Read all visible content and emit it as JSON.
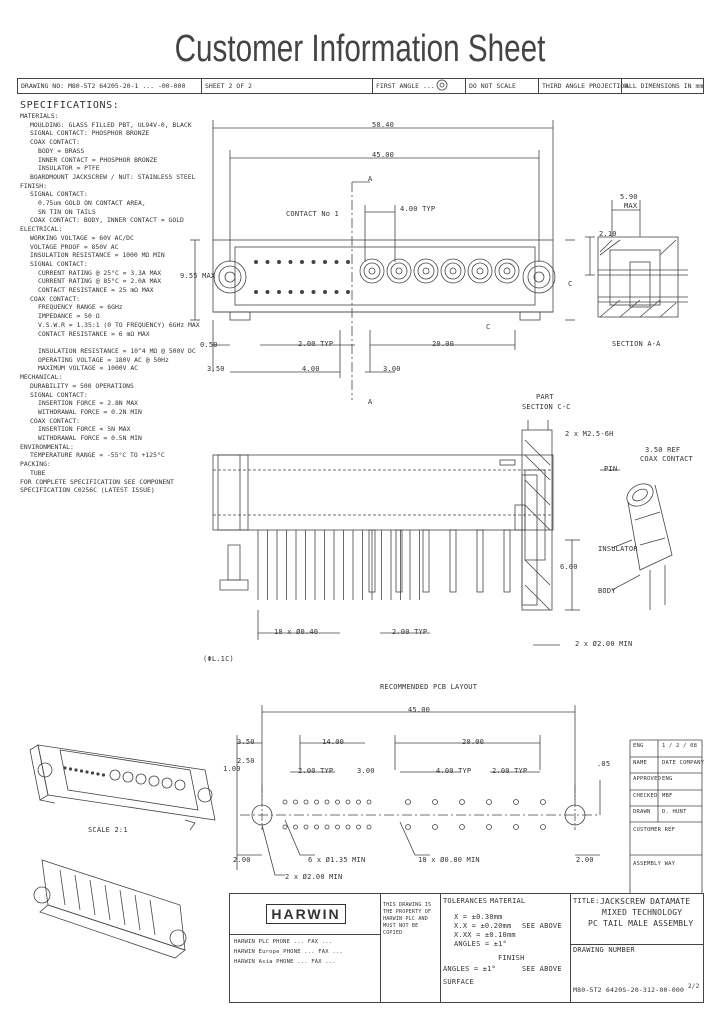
{
  "title": "Customer Information Sheet",
  "header": {
    "drawing_no": "DRAWING NO: M80-5T2 64205-20-1 ... -00-000",
    "sheet": "SHEET 2 OF 2",
    "revision": "FIRST ANGLE ...",
    "do_not_scale": "DO NOT SCALE",
    "projection": "THIRD ANGLE PROJECTION",
    "dimensions": "ALL DIMENSIONS IN mm"
  },
  "specifications": {
    "heading": "SPECIFICATIONS:",
    "lines": [
      {
        "indent": 1,
        "text": "MATERIALS:"
      },
      {
        "indent": 2,
        "text": "MOULDING: GLASS FILLED PBT, UL94V-0, BLACK"
      },
      {
        "indent": 2,
        "text": "SIGNAL CONTACT: PHOSPHOR BRONZE"
      },
      {
        "indent": 2,
        "text": "COAX CONTACT:"
      },
      {
        "indent": 3,
        "text": "BODY = BRASS"
      },
      {
        "indent": 3,
        "text": "INNER CONTACT = PHOSPHOR BRONZE"
      },
      {
        "indent": 3,
        "text": "INSULATOR = PTFE"
      },
      {
        "indent": 2,
        "text": "BOARDMOUNT JACKSCREW / NUT: STAINLESS STEEL"
      },
      {
        "indent": 1,
        "text": "FINISH:"
      },
      {
        "indent": 2,
        "text": "SIGNAL CONTACT:"
      },
      {
        "indent": 3,
        "text": "0.75um GOLD ON CONTACT AREA,"
      },
      {
        "indent": 3,
        "text": "SN TIN ON TAILS"
      },
      {
        "indent": 2,
        "text": "COAX CONTACT: BODY, INNER CONTACT = GOLD"
      },
      {
        "indent": 1,
        "text": "ELECTRICAL:"
      },
      {
        "indent": 2,
        "text": "WORKING VOLTAGE = 60V AC/DC"
      },
      {
        "indent": 2,
        "text": "VOLTAGE PROOF = 850V AC"
      },
      {
        "indent": 2,
        "text": "INSULATION RESISTANCE = 1000 MΩ MIN"
      },
      {
        "indent": 2,
        "text": "SIGNAL CONTACT:"
      },
      {
        "indent": 3,
        "text": "CURRENT RATING @ 25°C = 3.3A MAX"
      },
      {
        "indent": 3,
        "text": "CURRENT RATING @ 85°C = 2.0A MAX"
      },
      {
        "indent": 3,
        "text": "CONTACT RESISTANCE = 25 mΩ MAX"
      },
      {
        "indent": 2,
        "text": "COAX CONTACT:"
      },
      {
        "indent": 3,
        "text": "FREQUENCY RANGE = 6GHz"
      },
      {
        "indent": 3,
        "text": "IMPEDANCE = 50 Ω"
      },
      {
        "indent": 3,
        "text": "V.S.W.R = 1.35:1 (0 TO FREQUENCY) 6GHz MAX"
      },
      {
        "indent": 3,
        "text": "CONTACT RESISTANCE = 6 mΩ MAX"
      },
      {
        "indent": 0,
        "text": ""
      },
      {
        "indent": 3,
        "text": "INSULATION RESISTANCE = 10^4 MΩ @ 500V DC"
      },
      {
        "indent": 3,
        "text": "OPERATING VOLTAGE = 180V AC @ 50Hz"
      },
      {
        "indent": 3,
        "text": "MAXIMUM VOLTAGE = 1000V AC"
      },
      {
        "indent": 1,
        "text": "MECHANICAL:"
      },
      {
        "indent": 2,
        "text": "DURABILITY = 500 OPERATIONS"
      },
      {
        "indent": 2,
        "text": "SIGNAL CONTACT:"
      },
      {
        "indent": 3,
        "text": "INSERTION FORCE = 2.8N MAX"
      },
      {
        "indent": 3,
        "text": "WITHDRAWAL FORCE = 0.2N MIN"
      },
      {
        "indent": 2,
        "text": "COAX CONTACT:"
      },
      {
        "indent": 3,
        "text": "INSERTION FORCE = 5N MAX"
      },
      {
        "indent": 3,
        "text": "WITHDRAWAL FORCE = 0.5N MIN"
      },
      {
        "indent": 1,
        "text": "ENVIRONMENTAL:"
      },
      {
        "indent": 2,
        "text": "TEMPERATURE RANGE = -55°C TO +125°C"
      },
      {
        "indent": 1,
        "text": "PACKING:"
      },
      {
        "indent": 2,
        "text": "TUBE"
      },
      {
        "indent": 1,
        "text": "FOR COMPLETE SPECIFICATION SEE COMPONENT"
      },
      {
        "indent": 1,
        "text": "SPECIFICATION C0256C (LATEST ISSUE)"
      }
    ]
  },
  "dims": {
    "d50": "50.40",
    "d45": "45.00",
    "d5_90": "5.90",
    "max": "MAX",
    "d4_00typ": "4.00 TYP",
    "contact1": "CONTACT No 1",
    "a": "A",
    "c": "C",
    "d9_55": "9.55 MAX",
    "d2_10": "2.10",
    "d0_50": "0.50",
    "d2_00typ": "2.00 TYP",
    "d20": "20.00",
    "d3_50": "3.50",
    "d4_00": "4.00",
    "d3_00": "3.00",
    "sectA": "SECTION A-A",
    "part": "PART",
    "sectC": "SECTION C-C",
    "d2x_m2": "2 x M2.5-6H",
    "d3_50ref": "3.50 REF",
    "coax": "COAX CONTACT",
    "pin": "PIN",
    "insulator": "INSULATOR",
    "body": "BODY",
    "d6_00": "6.00",
    "d18x": "18 x Ø0.40",
    "d2_00typ_b": "2.00 TYP",
    "d5x": "2 x Ø2.00 MIN",
    "d14_00": "14.00",
    "recLayout": "RECOMMENDED PCB LAYOUT",
    "r45": "45.00",
    "r3_50": "3.50",
    "r14": "14.00",
    "r20": "20.00",
    "r2_50": "2.50",
    "r2_00typ": "2.00 TYP",
    "r3_00": "3.00",
    "r4_00typ": "4.00 TYP",
    "r2_00typ2": "2.00 TYP",
    "r1_00": "1.00",
    "r2_00": "2.00",
    "r6x": "6 x Ø1.35 MIN",
    "r18x": "18 x Ø0.80 MIN",
    "r2x": "2 x Ø2.00 MIN",
    "r_05": ".05",
    "scale": "SCALE 2:1",
    "ref": "(ΦL.1C)"
  },
  "titleblock": {
    "logo": "HARWIN",
    "tolerances": "TOLERANCES",
    "tol_lines": [
      "X = ±0.30mm",
      "X.X = ±0.20mm",
      "X.XX = ±0.10mm",
      "ANGLES = ±1°"
    ],
    "material": "MATERIAL",
    "see_above": "SEE ABOVE",
    "finish": "FINISH",
    "see_above2": "SEE ABOVE",
    "angles": "ANGLES = ±1°",
    "surface": "SURFACE",
    "title_label": "TITLE:",
    "title_lines": [
      "JACKSCREW DATAMATE",
      "MIXED TECHNOLOGY",
      "PC TAIL MALE ASSEMBLY"
    ],
    "drawing_no_label": "DRAWING NUMBER",
    "drawing_no": "M80-5T2 6420S-20-312-00-000",
    "sheet": "2/2",
    "right_rows": [
      {
        "k": "ENG",
        "v": "1 / 2 / 08"
      },
      {
        "k": "NAME",
        "v": "DATE  COMPANY"
      },
      {
        "k": "APPROVED",
        "v": "ENG"
      },
      {
        "k": "CHECKED",
        "v": "MBF"
      },
      {
        "k": "DRAWN",
        "v": "D. HUNT"
      },
      {
        "k": "CUSTOMER REF",
        "v": ""
      },
      {
        "k": "ASSEMBLY WAY",
        "v": ""
      }
    ],
    "contacts": [
      "HARWIN PLC  PHONE ...  FAX ...",
      "HARWIN Europe  PHONE ...  FAX ...",
      "HARWIN Asia  PHONE ...  FAX ..."
    ],
    "notice": "THIS DRAWING IS THE PROPERTY OF HARWIN PLC AND MUST NOT BE COPIED"
  }
}
